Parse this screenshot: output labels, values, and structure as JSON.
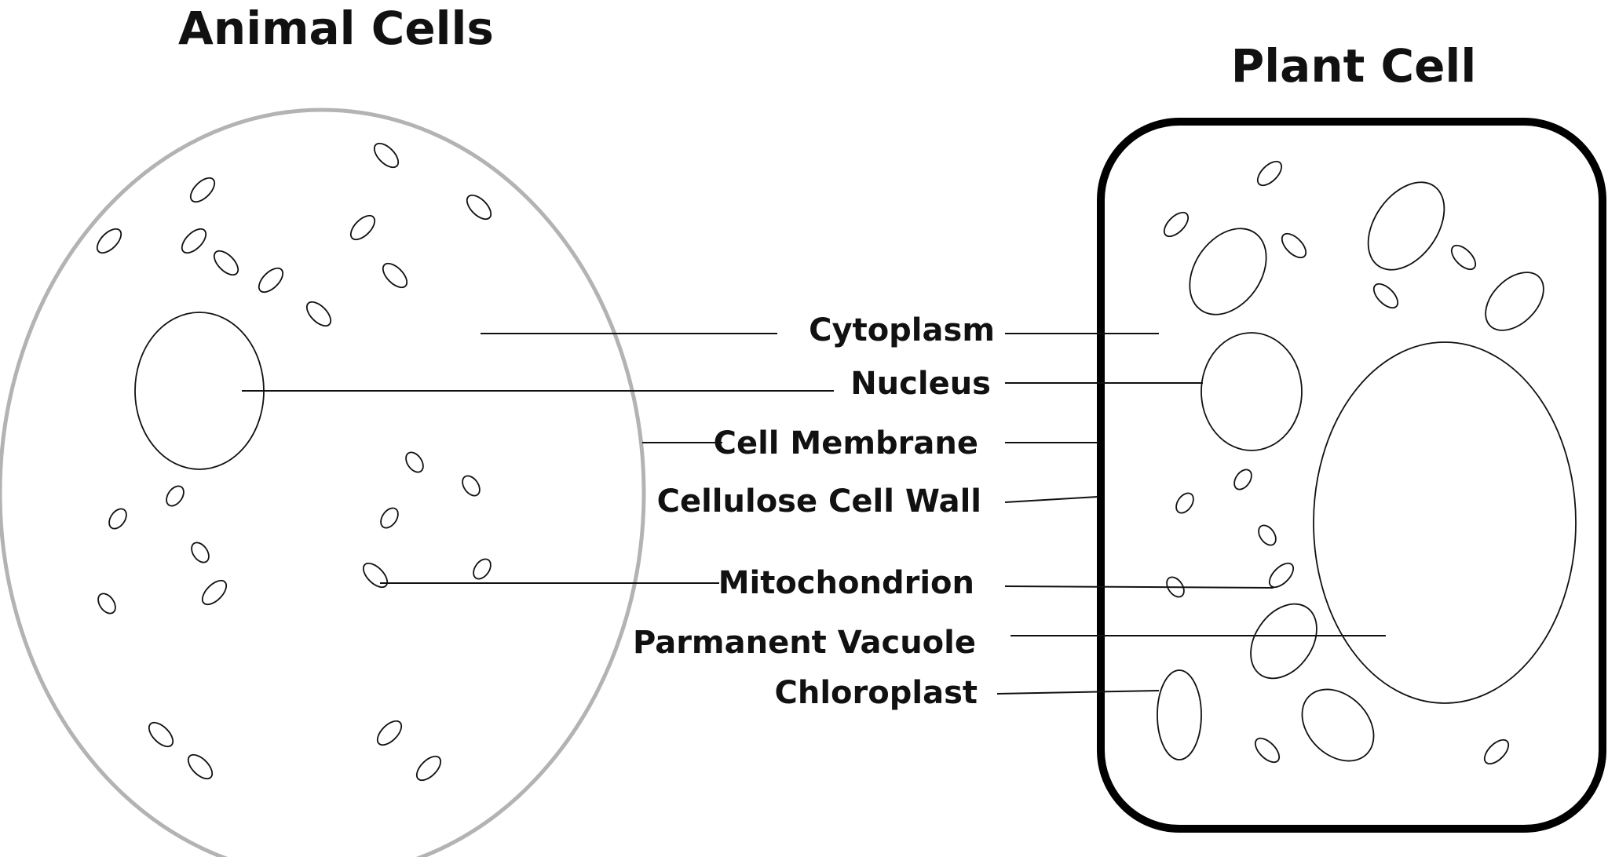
{
  "titles": {
    "animal": "Animal Cells",
    "plant": "Plant Cell"
  },
  "labels": {
    "cytoplasm": "Cytoplasm",
    "nucleus": "Nucleus",
    "cell_membrane": "Cell Membrane",
    "cell_wall": "Cellulose Cell Wall",
    "mitochondrion": "Mitochondrion",
    "vacuole": "Parmanent Vacuole",
    "chloroplast": "Chloroplast"
  },
  "colors": {
    "animal_membrane": "#b3b3b3",
    "plant_wall": "#000000",
    "ink": "#111111"
  }
}
